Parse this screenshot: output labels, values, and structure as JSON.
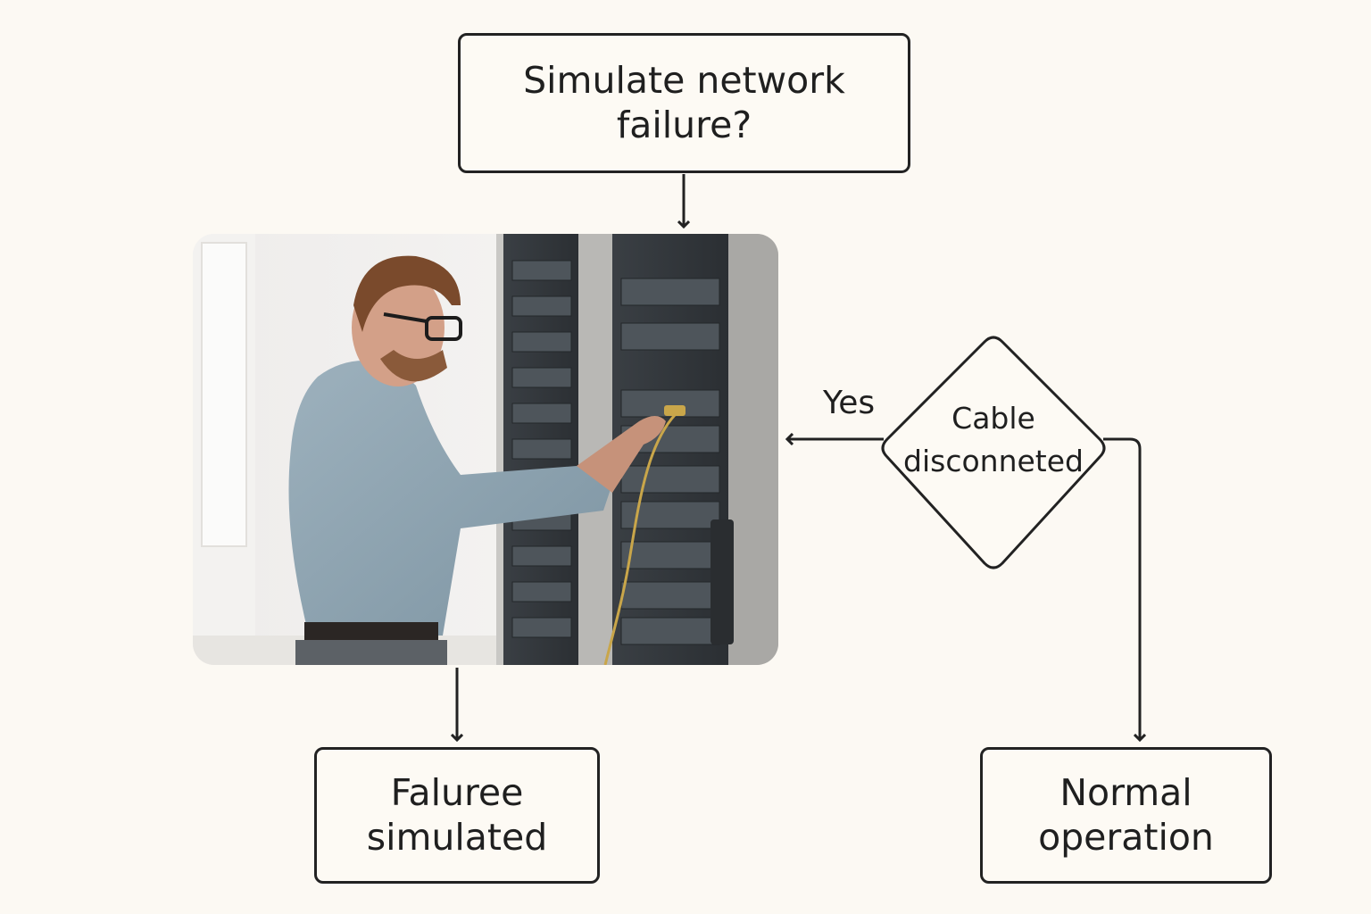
{
  "start": {
    "label": "Simulate network\nfailure?"
  },
  "decision": {
    "label": "Cable\ndisconneted"
  },
  "yes_label": "Yes",
  "failure": {
    "label": "Faluree\nsimulated"
  },
  "normal": {
    "label": "Normal\noperation"
  },
  "illustration": {
    "subject": "technician-unplugging-cable-server-rack"
  },
  "colors": {
    "background": "#fcf9f3",
    "stroke": "#222222",
    "cable": "#c9a64a",
    "shirt": "#8fa5b3"
  }
}
